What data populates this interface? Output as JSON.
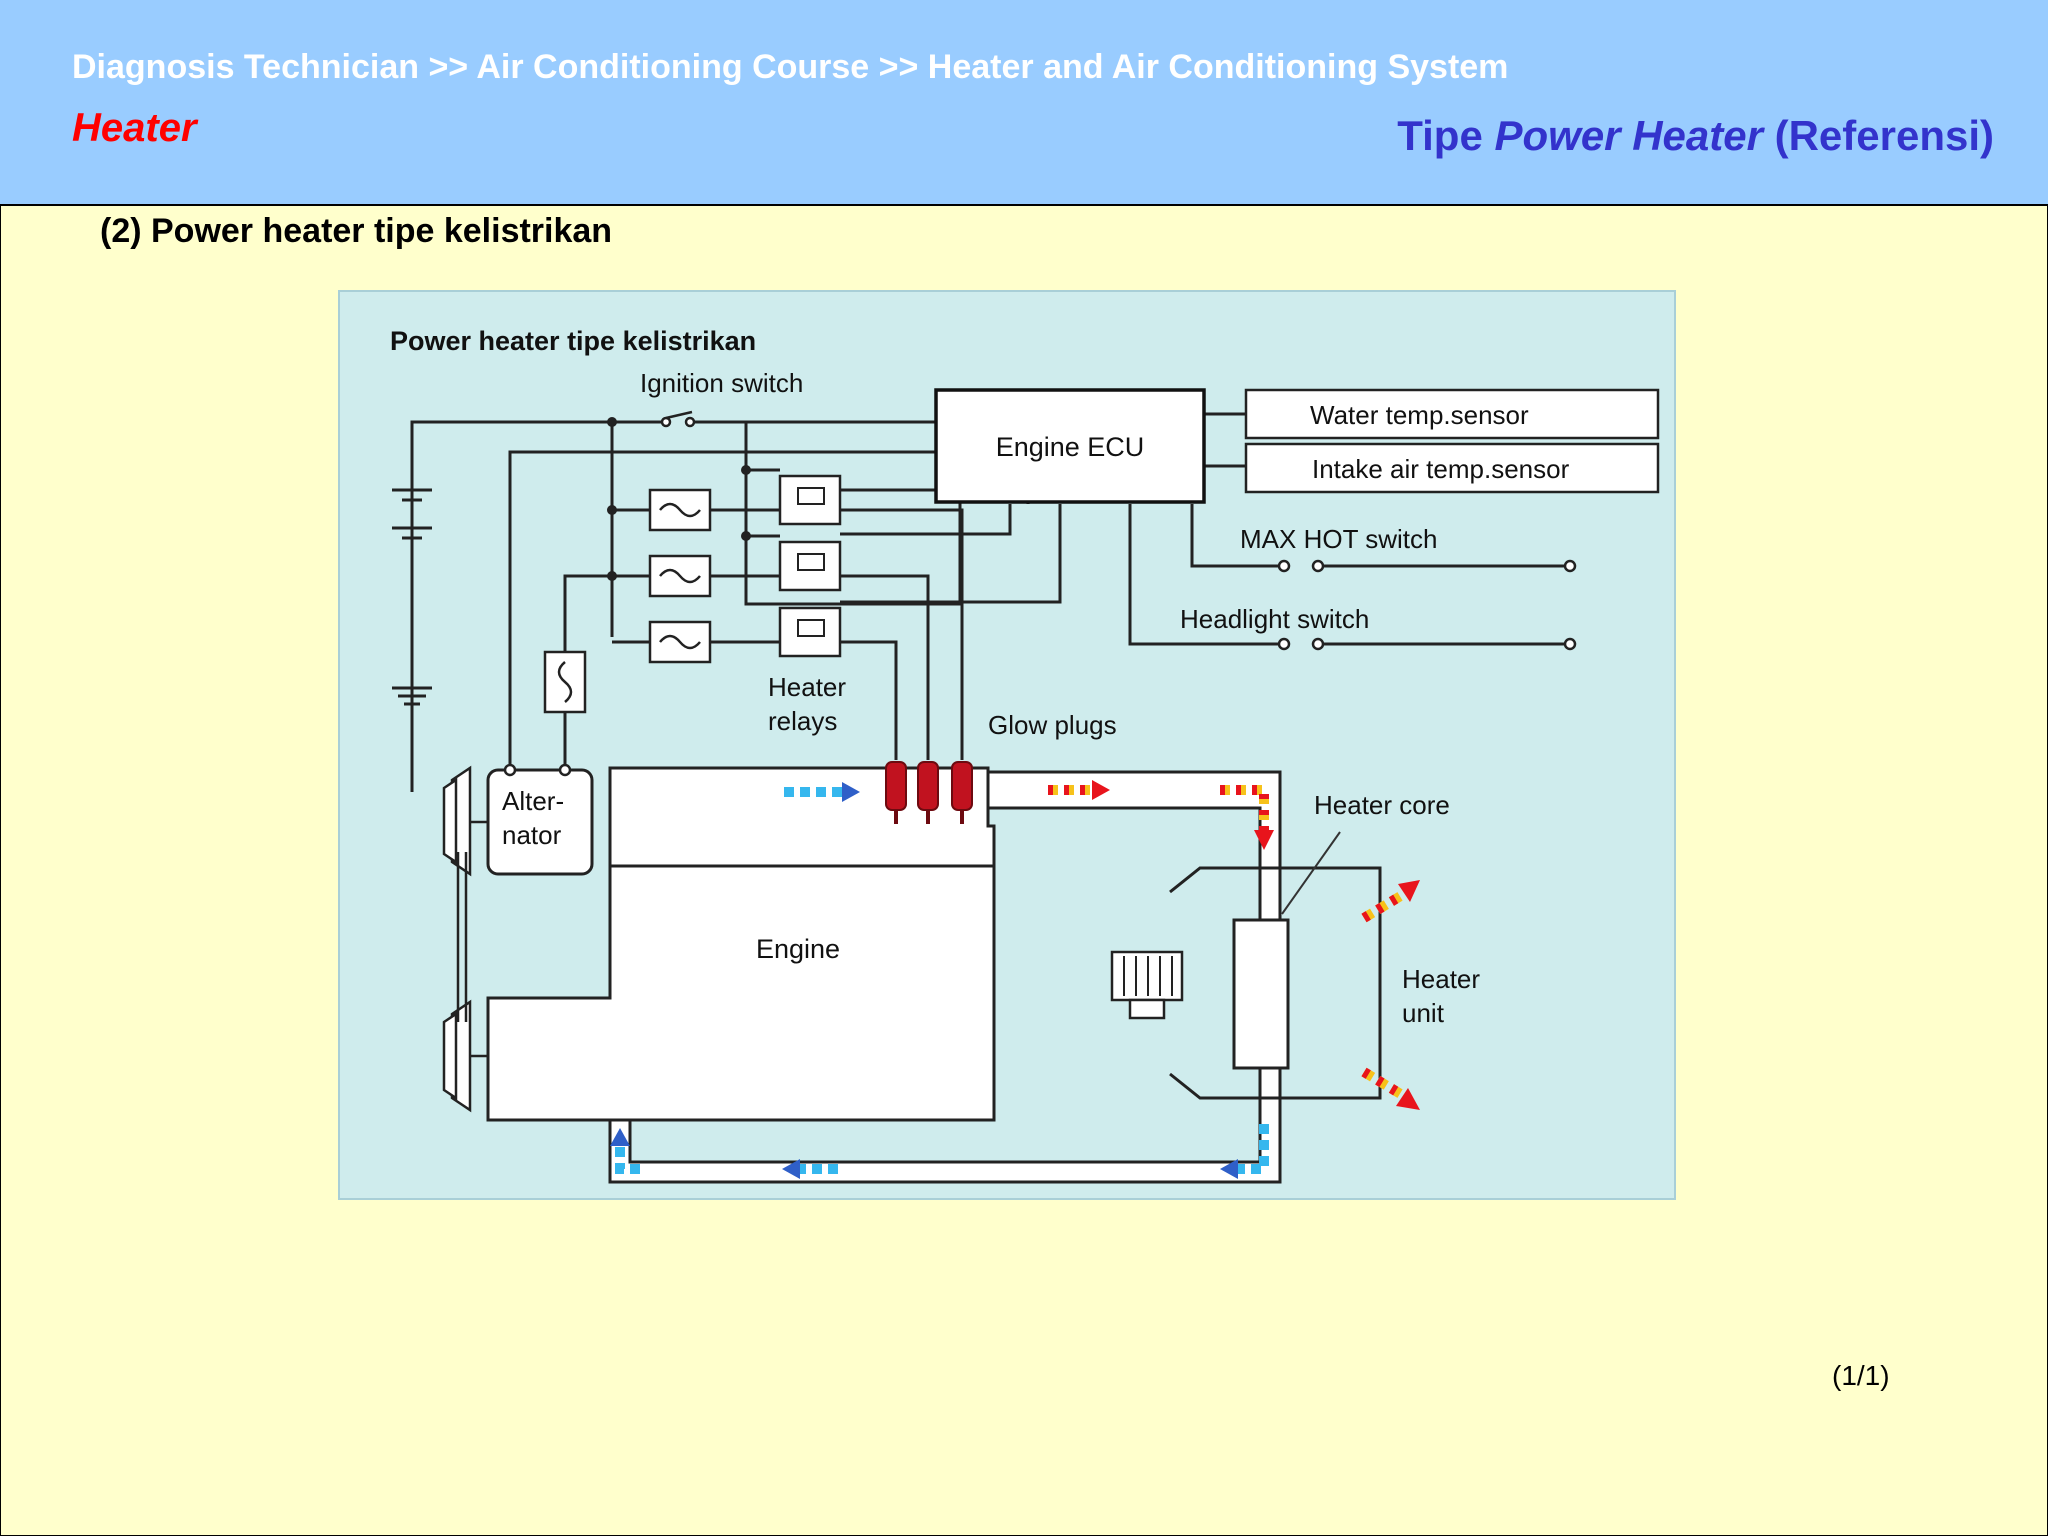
{
  "header": {
    "breadcrumb": "Diagnosis Technician >> Air Conditioning Course >> Heater and Air Conditioning System",
    "section": "Heater",
    "title_prefix": "Tipe ",
    "title_italic": "Power Heater",
    "title_suffix": " (Referensi)"
  },
  "subtitle": "(2) Power heater tipe kelistrikan",
  "diagram": {
    "title": "Power heater tipe kelistrikan",
    "labels": {
      "ignition_switch": "Ignition switch",
      "engine_ecu": "Engine ECU",
      "water_temp_sensor": "Water temp.sensor",
      "intake_air_temp_sensor": "Intake air temp.sensor",
      "max_hot_switch": "MAX HOT switch",
      "headlight_switch": "Headlight switch",
      "heater_relays_1": "Heater",
      "heater_relays_2": "relays",
      "glow_plugs": "Glow plugs",
      "alternator_1": "Alter-",
      "alternator_2": "nator",
      "engine": "Engine",
      "heater_core": "Heater core",
      "heater_unit_1": "Heater",
      "heater_unit_2": "unit"
    },
    "colors": {
      "background": "#cfeced",
      "hot_flow": "#e8141c",
      "hot_dash": "#f7c21a",
      "cold_flow": "#2f5fc8",
      "cold_dash": "#35b7ee",
      "plug": "#c1121f"
    }
  },
  "page_number": "(1/1)"
}
